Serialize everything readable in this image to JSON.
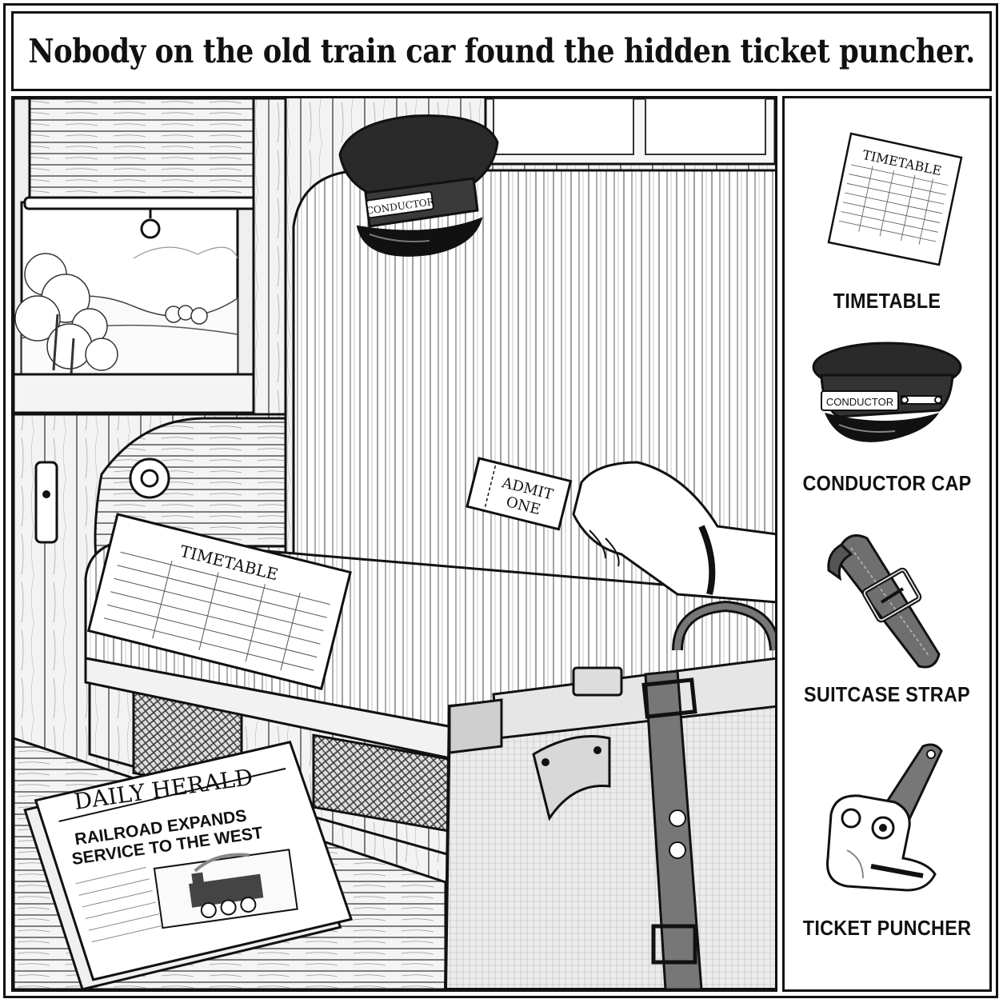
{
  "puzzle": {
    "title": "Nobody on the old train car found the hidden ticket puncher."
  },
  "scene": {
    "cap_band_text": "CONDUCTOR",
    "timetable_heading": "TIMETABLE",
    "ticket_line1": "ADMIT",
    "ticket_line2": "ONE",
    "newspaper_masthead": "DAILY HERALD",
    "newspaper_headline_line1": "RAILROAD EXPANDS",
    "newspaper_headline_line2": "SERVICE TO THE WEST"
  },
  "legend": {
    "items": [
      {
        "label": "TIMETABLE",
        "icon": "timetable-icon",
        "heading": "TIMETABLE"
      },
      {
        "label": "CONDUCTOR CAP",
        "icon": "conductor-cap-icon",
        "band_text": "CONDUCTOR"
      },
      {
        "label": "SUITCASE STRAP",
        "icon": "suitcase-strap-icon"
      },
      {
        "label": "TICKET PUNCHER",
        "icon": "ticket-puncher-icon"
      }
    ]
  },
  "colors": {
    "ink": "#111111",
    "paper": "#ffffff",
    "cap": "#2a2a2a",
    "leather": "#6f6f6f"
  }
}
